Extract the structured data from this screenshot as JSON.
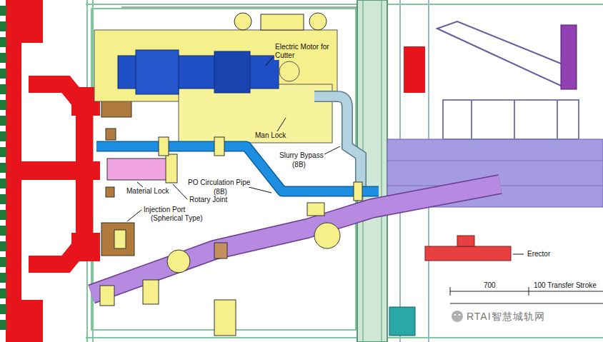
{
  "diagram": {
    "labels": [
      "Electric Motor for Cutter",
      "Man Lock",
      "Slurry Bypass",
      "(8B)",
      "PO Circulation Pipe",
      "(8B)",
      "Material Lock",
      "Rotary Joint",
      "Injection Port",
      "(Spherical Type)",
      "Erector",
      "700",
      "100 Transfer Stroke",
      "RTAI智慧城轨网"
    ]
  }
}
